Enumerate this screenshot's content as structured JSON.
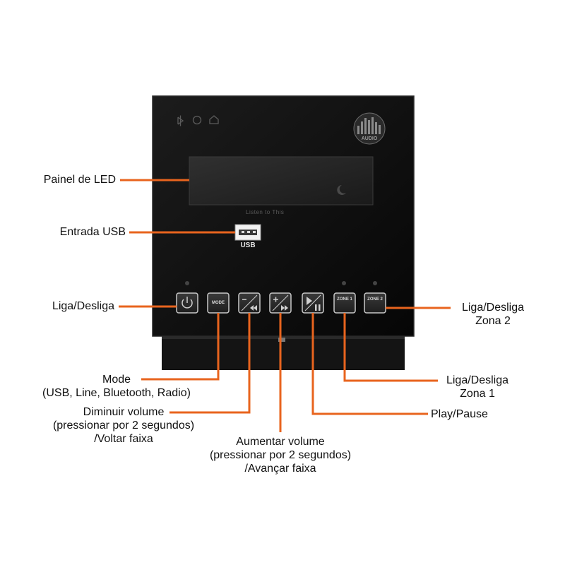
{
  "device": {
    "screen_text": "Listen to This",
    "usb_text": "USB",
    "logo_text": "AUDIO",
    "buttons": {
      "mode": "MODE",
      "zone1_top": "ZONE",
      "zone1_bottom": "1",
      "zone2_top": "ZONE",
      "zone2_bottom": "2"
    }
  },
  "callouts": {
    "led_panel": "Painel de LED",
    "usb_input": "Entrada USB",
    "power": "Liga/Desliga",
    "zone2": [
      "Liga/Desliga",
      "Zona 2"
    ],
    "mode": [
      "Mode",
      "(USB, Line, Bluetooth, Radio)"
    ],
    "vol_down": [
      "Diminuir volume",
      "(pressionar por 2 segundos)",
      "/Voltar faixa"
    ],
    "vol_up": [
      "Aumentar volume",
      "(pressionar por 2 segundos)",
      "/Avançar faixa"
    ],
    "zone1": [
      "Liga/Desliga",
      "Zona 1"
    ],
    "play_pause": "Play/Pause"
  },
  "colors": {
    "leader": "#e8641e",
    "panel": "#0d0d0d",
    "button_border": "#c8c8c8"
  }
}
